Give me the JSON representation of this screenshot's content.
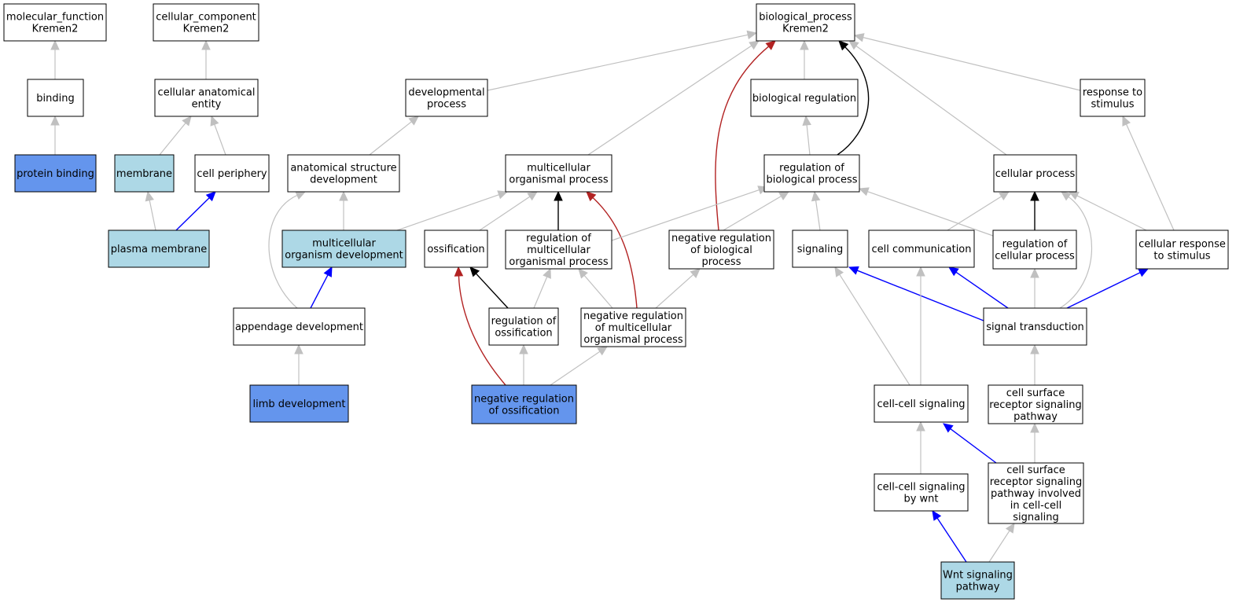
{
  "colors": {
    "white": "#ffffff",
    "light": "#add8e6",
    "blue": "#6495ed",
    "border": "#000000",
    "edge_gray": "#c0c0c0",
    "edge_black": "#000000",
    "edge_blue": "#0000ff",
    "edge_red": "#b22222"
  },
  "nodes": [
    {
      "id": "mf",
      "label": [
        "molecular_function",
        "Kremen2"
      ],
      "fill": "white"
    },
    {
      "id": "cc",
      "label": [
        "cellular_component",
        "Kremen2"
      ],
      "fill": "white"
    },
    {
      "id": "bp",
      "label": [
        "biological_process",
        "Kremen2"
      ],
      "fill": "white"
    },
    {
      "id": "binding",
      "label": [
        "binding"
      ],
      "fill": "white"
    },
    {
      "id": "cae",
      "label": [
        "cellular anatomical",
        "entity"
      ],
      "fill": "white"
    },
    {
      "id": "devproc",
      "label": [
        "developmental",
        "process"
      ],
      "fill": "white"
    },
    {
      "id": "bioreg",
      "label": [
        "biological regulation"
      ],
      "fill": "white"
    },
    {
      "id": "resp",
      "label": [
        "response to",
        "stimulus"
      ],
      "fill": "white"
    },
    {
      "id": "protbind",
      "label": [
        "protein binding"
      ],
      "fill": "blue"
    },
    {
      "id": "membrane",
      "label": [
        "membrane"
      ],
      "fill": "light"
    },
    {
      "id": "cellper",
      "label": [
        "cell periphery"
      ],
      "fill": "white"
    },
    {
      "id": "asd",
      "label": [
        "anatomical structure",
        "development"
      ],
      "fill": "white"
    },
    {
      "id": "mop",
      "label": [
        "multicellular",
        "organismal process"
      ],
      "fill": "white"
    },
    {
      "id": "rbp",
      "label": [
        "regulation of",
        "biological process"
      ],
      "fill": "white"
    },
    {
      "id": "cellproc",
      "label": [
        "cellular process"
      ],
      "fill": "white"
    },
    {
      "id": "plasmamem",
      "label": [
        "plasma membrane"
      ],
      "fill": "light"
    },
    {
      "id": "mod",
      "label": [
        "multicellular",
        "organism development"
      ],
      "fill": "light"
    },
    {
      "id": "ossif",
      "label": [
        "ossification"
      ],
      "fill": "white"
    },
    {
      "id": "rmop",
      "label": [
        "regulation of",
        "multicellular",
        "organismal process"
      ],
      "fill": "white"
    },
    {
      "id": "nrbp",
      "label": [
        "negative regulation",
        "of biological",
        "process"
      ],
      "fill": "white"
    },
    {
      "id": "signaling",
      "label": [
        "signaling"
      ],
      "fill": "white"
    },
    {
      "id": "cellcomm",
      "label": [
        "cell communication"
      ],
      "fill": "white"
    },
    {
      "id": "rcp",
      "label": [
        "regulation of",
        "cellular process"
      ],
      "fill": "white"
    },
    {
      "id": "crs",
      "label": [
        "cellular response",
        "to stimulus"
      ],
      "fill": "white"
    },
    {
      "id": "appdev",
      "label": [
        "appendage development"
      ],
      "fill": "white"
    },
    {
      "id": "rossif",
      "label": [
        "regulation of",
        "ossification"
      ],
      "fill": "white"
    },
    {
      "id": "nrmop",
      "label": [
        "negative regulation",
        "of multicellular",
        "organismal process"
      ],
      "fill": "white"
    },
    {
      "id": "sigtrans",
      "label": [
        "signal transduction"
      ],
      "fill": "white"
    },
    {
      "id": "limbdev",
      "label": [
        "limb development"
      ],
      "fill": "blue"
    },
    {
      "id": "nrossif",
      "label": [
        "negative regulation",
        "of ossification"
      ],
      "fill": "blue"
    },
    {
      "id": "ccsig",
      "label": [
        "cell-cell signaling"
      ],
      "fill": "white"
    },
    {
      "id": "csrsp",
      "label": [
        "cell surface",
        "receptor signaling",
        "pathway"
      ],
      "fill": "white"
    },
    {
      "id": "ccswnt",
      "label": [
        "cell-cell signaling",
        "by wnt"
      ],
      "fill": "white"
    },
    {
      "id": "csrspcc",
      "label": [
        "cell surface",
        "receptor signaling",
        "pathway involved",
        "in cell-cell",
        "signaling"
      ],
      "fill": "white"
    },
    {
      "id": "wnt",
      "label": [
        "Wnt signaling",
        "pathway"
      ],
      "fill": "light"
    }
  ],
  "edges": [
    {
      "from": "binding",
      "to": "mf",
      "color": "edge_gray"
    },
    {
      "from": "protbind",
      "to": "binding",
      "color": "edge_gray"
    },
    {
      "from": "cae",
      "to": "cc",
      "color": "edge_gray"
    },
    {
      "from": "membrane",
      "to": "cae",
      "color": "edge_gray"
    },
    {
      "from": "cellper",
      "to": "cae",
      "color": "edge_gray"
    },
    {
      "from": "plasmamem",
      "to": "membrane",
      "color": "edge_gray"
    },
    {
      "from": "plasmamem",
      "to": "cellper",
      "color": "edge_blue"
    },
    {
      "from": "devproc",
      "to": "bp",
      "color": "edge_gray"
    },
    {
      "from": "bioreg",
      "to": "bp",
      "color": "edge_gray"
    },
    {
      "from": "resp",
      "to": "bp",
      "color": "edge_gray"
    },
    {
      "from": "mop",
      "to": "bp",
      "color": "edge_gray"
    },
    {
      "from": "cellproc",
      "to": "bp",
      "color": "edge_gray"
    },
    {
      "from": "rbp",
      "to": "bp",
      "color": "edge_black"
    },
    {
      "from": "nrbp",
      "to": "bp",
      "color": "edge_red"
    },
    {
      "from": "asd",
      "to": "devproc",
      "color": "edge_gray"
    },
    {
      "from": "rbp",
      "to": "bioreg",
      "color": "edge_gray"
    },
    {
      "from": "crs",
      "to": "resp",
      "color": "edge_gray"
    },
    {
      "from": "mod",
      "to": "asd",
      "color": "edge_gray"
    },
    {
      "from": "appdev",
      "to": "asd",
      "color": "edge_gray"
    },
    {
      "from": "mod",
      "to": "mop",
      "color": "edge_gray"
    },
    {
      "from": "ossif",
      "to": "mop",
      "color": "edge_gray"
    },
    {
      "from": "rmop",
      "to": "mop",
      "color": "edge_black"
    },
    {
      "from": "nrmop",
      "to": "mop",
      "color": "edge_red"
    },
    {
      "from": "rmop",
      "to": "rbp",
      "color": "edge_gray"
    },
    {
      "from": "nrbp",
      "to": "rbp",
      "color": "edge_gray"
    },
    {
      "from": "signaling",
      "to": "rbp",
      "color": "edge_gray"
    },
    {
      "from": "rcp",
      "to": "rbp",
      "color": "edge_gray"
    },
    {
      "from": "cellcomm",
      "to": "cellproc",
      "color": "edge_gray"
    },
    {
      "from": "rcp",
      "to": "cellproc",
      "color": "edge_black"
    },
    {
      "from": "crs",
      "to": "cellproc",
      "color": "edge_gray"
    },
    {
      "from": "sigtrans",
      "to": "cellproc",
      "color": "edge_gray"
    },
    {
      "from": "appdev",
      "to": "mod",
      "color": "edge_blue"
    },
    {
      "from": "rossif",
      "to": "ossif",
      "color": "edge_black"
    },
    {
      "from": "nrossif",
      "to": "ossif",
      "color": "edge_red"
    },
    {
      "from": "rossif",
      "to": "rmop",
      "color": "edge_gray"
    },
    {
      "from": "nrmop",
      "to": "rmop",
      "color": "edge_gray"
    },
    {
      "from": "nrmop",
      "to": "nrbp",
      "color": "edge_gray"
    },
    {
      "from": "sigtrans",
      "to": "signaling",
      "color": "edge_blue"
    },
    {
      "from": "ccsig",
      "to": "signaling",
      "color": "edge_gray"
    },
    {
      "from": "sigtrans",
      "to": "cellcomm",
      "color": "edge_blue"
    },
    {
      "from": "ccsig",
      "to": "cellcomm",
      "color": "edge_gray"
    },
    {
      "from": "sigtrans",
      "to": "rcp",
      "color": "edge_gray"
    },
    {
      "from": "sigtrans",
      "to": "crs",
      "color": "edge_blue"
    },
    {
      "from": "limbdev",
      "to": "appdev",
      "color": "edge_gray"
    },
    {
      "from": "nrossif",
      "to": "rossif",
      "color": "edge_gray"
    },
    {
      "from": "nrossif",
      "to": "nrmop",
      "color": "edge_gray"
    },
    {
      "from": "csrsp",
      "to": "sigtrans",
      "color": "edge_gray"
    },
    {
      "from": "ccswnt",
      "to": "ccsig",
      "color": "edge_gray"
    },
    {
      "from": "csrspcc",
      "to": "ccsig",
      "color": "edge_blue"
    },
    {
      "from": "csrspcc",
      "to": "csrsp",
      "color": "edge_gray"
    },
    {
      "from": "wnt",
      "to": "ccswnt",
      "color": "edge_blue"
    },
    {
      "from": "wnt",
      "to": "csrspcc",
      "color": "edge_gray"
    }
  ]
}
